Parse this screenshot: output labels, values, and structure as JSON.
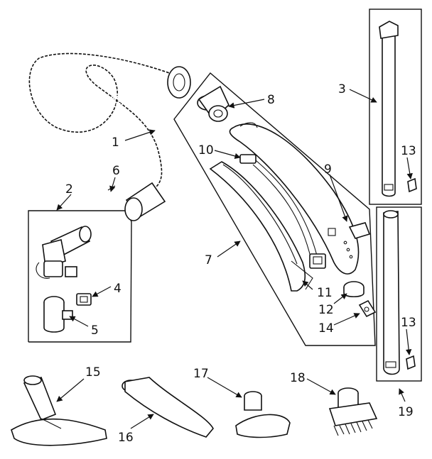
{
  "callouts": [
    {
      "id": "c1",
      "text": "1"
    },
    {
      "id": "c2",
      "text": "2"
    },
    {
      "id": "c3",
      "text": "3"
    },
    {
      "id": "c4",
      "text": "4"
    },
    {
      "id": "c5",
      "text": "5"
    },
    {
      "id": "c6",
      "text": "6"
    },
    {
      "id": "c7",
      "text": "7"
    },
    {
      "id": "c8",
      "text": "8"
    },
    {
      "id": "c9",
      "text": "9"
    },
    {
      "id": "c10",
      "text": "10"
    },
    {
      "id": "c11",
      "text": "11"
    },
    {
      "id": "c12",
      "text": "12"
    },
    {
      "id": "c13a",
      "text": "13"
    },
    {
      "id": "c13b",
      "text": "13"
    },
    {
      "id": "c14",
      "text": "14"
    },
    {
      "id": "c15",
      "text": "15"
    },
    {
      "id": "c16",
      "text": "16"
    },
    {
      "id": "c17",
      "text": "17"
    },
    {
      "id": "c18",
      "text": "18"
    },
    {
      "id": "c19",
      "text": "19"
    }
  ]
}
